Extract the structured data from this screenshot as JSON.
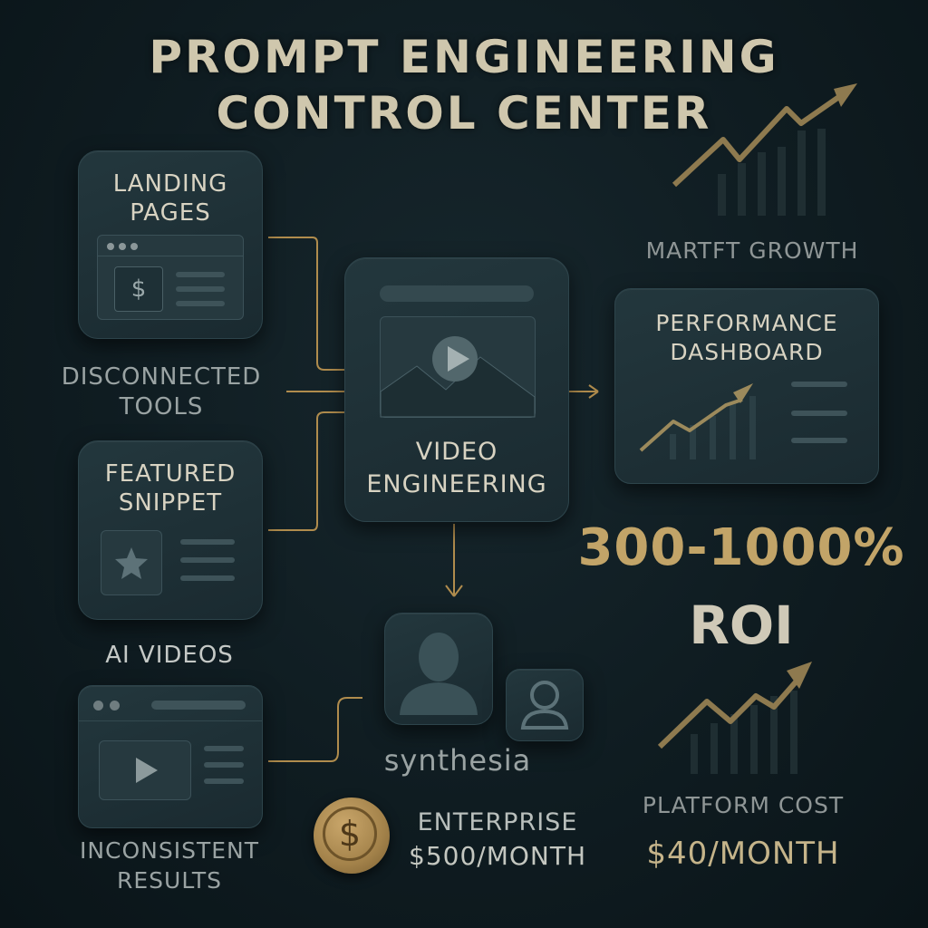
{
  "title": {
    "line1": "PROMPT ENGINEERING",
    "line2": "CONTROL CENTER"
  },
  "cards": {
    "landing_pages": {
      "line1": "LANDING",
      "line2": "PAGES"
    },
    "featured_snippet": {
      "line1": "FEATURED",
      "line2": "SNIPPET"
    },
    "video_engineering": {
      "line1": "VIDEO",
      "line2": "ENGINEERING"
    },
    "performance_dashboard": {
      "line1": "PERFORMANCE",
      "line2": "DASHBOARD"
    }
  },
  "labels": {
    "disconnected_tools": {
      "line1": "DISCONNECTED",
      "line2": "TOOLS"
    },
    "ai_videos": "AI VIDEOS",
    "inconsistent_results": {
      "line1": "INCONSISTENT",
      "line2": "RESULTS"
    },
    "market_growth": "MARTFT GROWTH",
    "synthesia": "synthesia",
    "roi_value": "300-1000%",
    "roi_label": "ROI",
    "enterprise_label": "ENTERPRISE",
    "enterprise_price": "$500/MONTH",
    "platform_cost_label": "PLATFORM COST",
    "platform_cost_price": "$40/MONTH"
  },
  "icons": {
    "dollar_symbol": "$"
  },
  "colors": {
    "background": "#0f1c21",
    "accent_gold": "#c2a468",
    "card": "#1f3137",
    "text_light": "#d8d3c2",
    "text_muted": "#9aa3a3"
  }
}
